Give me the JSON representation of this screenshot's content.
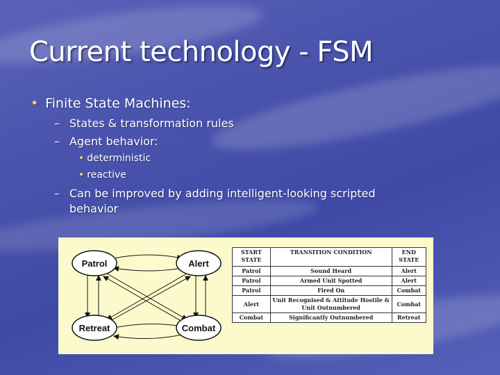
{
  "slide": {
    "title": "Current technology - FSM",
    "bullet": "Finite State Machines:",
    "sub_items": [
      "States & transformation rules",
      "Agent behavior:"
    ],
    "sub_sub_items": [
      "deterministic",
      "reactive"
    ],
    "last_item": {
      "line1": "Can be improved by adding intelligent-looking scripted",
      "line2": "behavior"
    },
    "colors": {
      "bullet": "#ffd84a",
      "figure_bg": "#fcfacc"
    }
  },
  "diagram": {
    "states": [
      "Patrol",
      "Alert",
      "Retreat",
      "Combat"
    ]
  },
  "table": {
    "headers": [
      "START STATE",
      "TRANSITION CONDITION",
      "END STATE"
    ],
    "rows": [
      [
        "Patrol",
        "Sound Heard",
        "Alert"
      ],
      [
        "Patrol",
        "Armed Unit Spotted",
        "Alert"
      ],
      [
        "Patrol",
        "Fired On",
        "Combat"
      ],
      [
        "Alert",
        "Unit Recognised & Attitude Hostile & Unit Outnumbered",
        "Combat"
      ],
      [
        "Combat",
        "Significantly Outnumbered",
        "Retreat"
      ]
    ]
  }
}
